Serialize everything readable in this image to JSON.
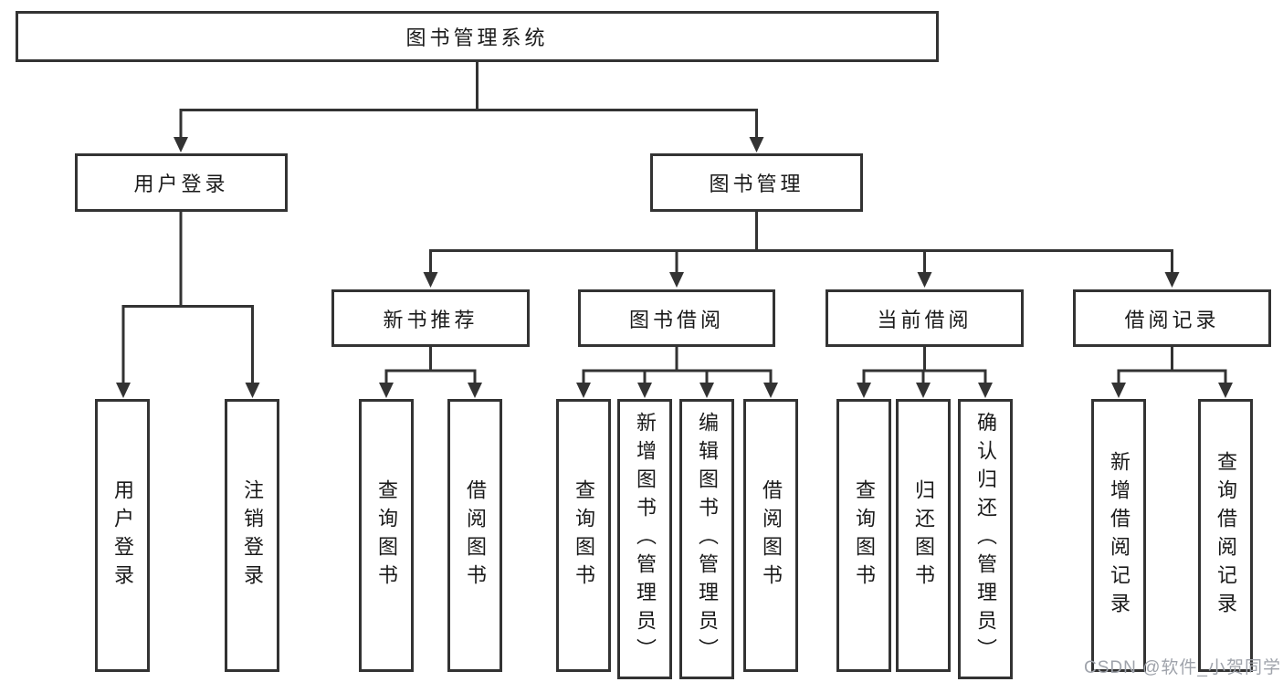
{
  "diagram": {
    "title": "图书管理系统",
    "root": {
      "label": "图书管理系统"
    },
    "level2": [
      {
        "label": "用户登录",
        "parent": "图书管理系统"
      },
      {
        "label": "图书管理",
        "parent": "图书管理系统"
      }
    ],
    "level3": [
      {
        "label": "新书推荐",
        "parent": "图书管理"
      },
      {
        "label": "图书借阅",
        "parent": "图书管理"
      },
      {
        "label": "当前借阅",
        "parent": "图书管理"
      },
      {
        "label": "借阅记录",
        "parent": "图书管理"
      }
    ],
    "leaves": [
      {
        "label": "用户登录",
        "parent": "用户登录"
      },
      {
        "label": "注销登录",
        "parent": "用户登录"
      },
      {
        "label": "查询图书",
        "parent": "新书推荐"
      },
      {
        "label": "借阅图书",
        "parent": "新书推荐"
      },
      {
        "label": "查询图书",
        "parent": "图书借阅"
      },
      {
        "label": "新增图书（管理员）",
        "parent": "图书借阅"
      },
      {
        "label": "编辑图书（管理员）",
        "parent": "图书借阅"
      },
      {
        "label": "借阅图书",
        "parent": "图书借阅"
      },
      {
        "label": "查询图书",
        "parent": "当前借阅"
      },
      {
        "label": "归还图书",
        "parent": "当前借阅"
      },
      {
        "label": "确认归还（管理员）",
        "parent": "当前借阅"
      },
      {
        "label": "新增借阅记录",
        "parent": "借阅记录"
      },
      {
        "label": "查询借阅记录",
        "parent": "借阅记录"
      }
    ]
  },
  "watermark": "CSDN @软件_小贺同学",
  "colors": {
    "line": "#333333",
    "text": "#1a1a1a",
    "watermark": "#9fa3ab",
    "background": "#ffffff"
  }
}
